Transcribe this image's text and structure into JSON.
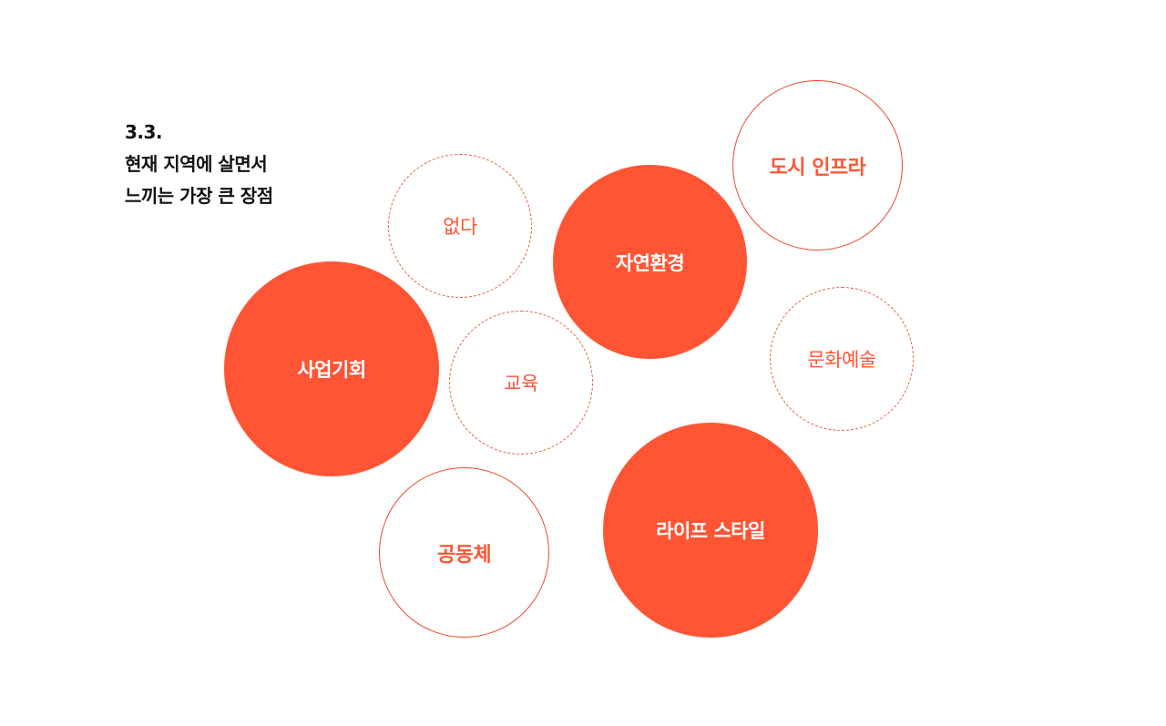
{
  "heading": {
    "number": "3.3.",
    "line1": "현재 지역에 살면서",
    "line2": "느끼는 가장 큰 장점"
  },
  "bubbles": {
    "none": "없다",
    "nature": "자연환경",
    "city_infra": "도시 인프라",
    "business": "사업기회",
    "education": "교육",
    "culture": "문화예술",
    "community": "공동체",
    "lifestyle": "라이프 스타일"
  },
  "colors": {
    "accent": "#ff5535",
    "outline": "#ee4a2c",
    "heading": "#111111"
  }
}
